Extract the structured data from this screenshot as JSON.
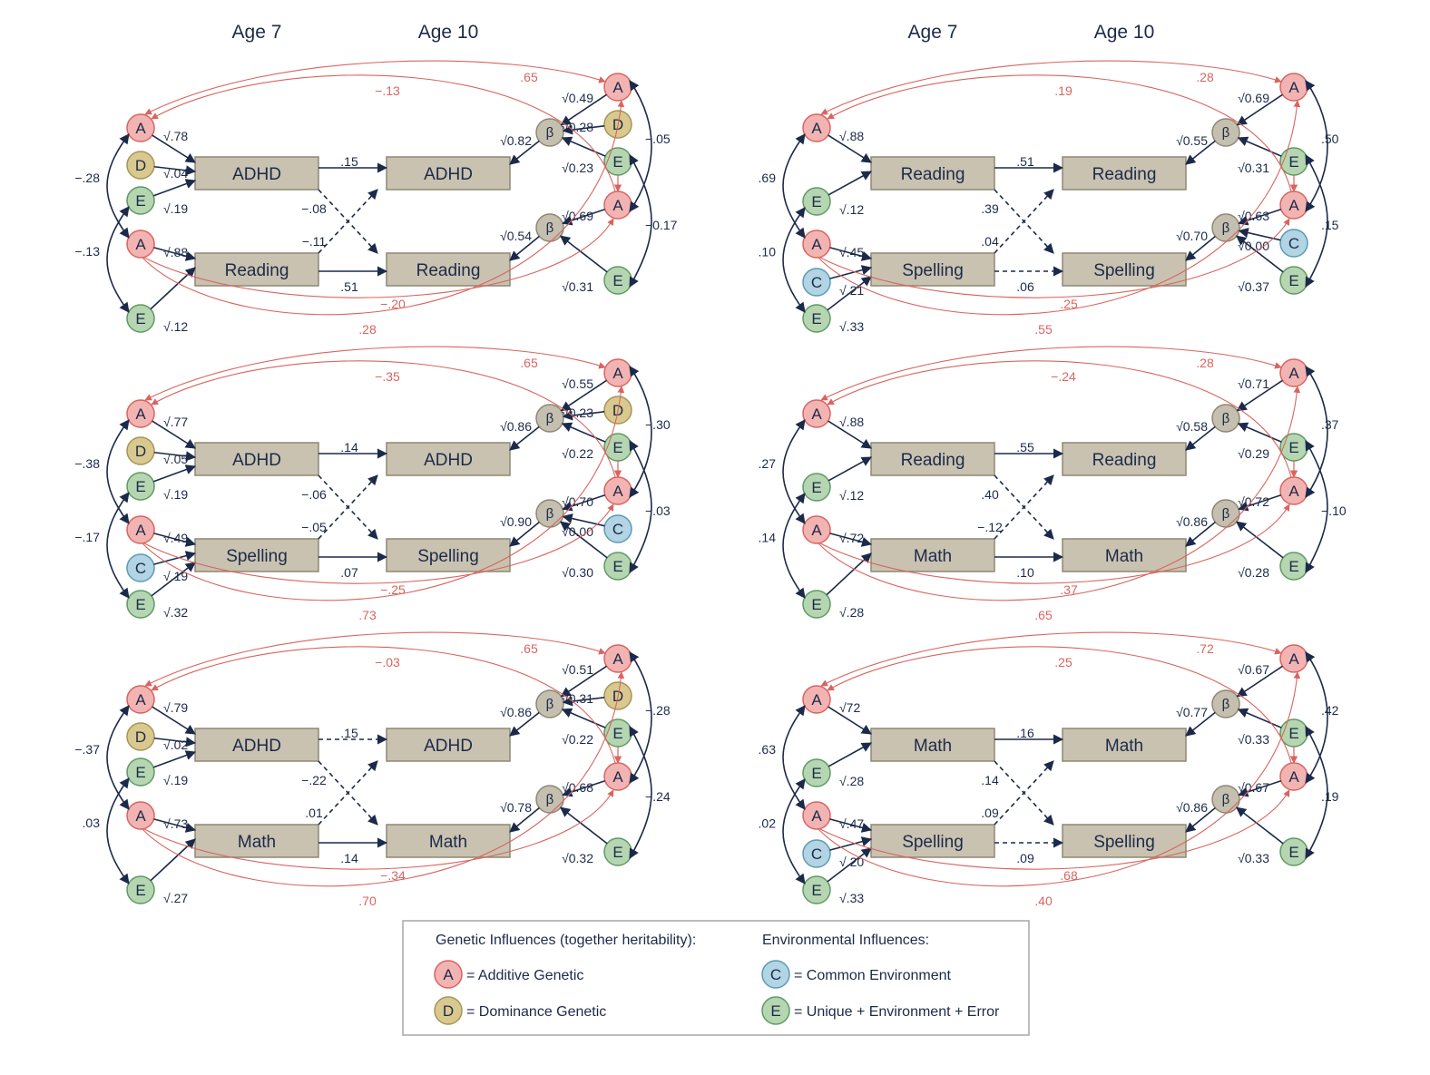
{
  "headers": {
    "age7": "Age 7",
    "age10": "Age 10"
  },
  "colors": {
    "A": "#f2b4b3",
    "A_stroke": "#d9645f",
    "D": "#d9c98f",
    "D_stroke": "#a59558",
    "E": "#b5d6b1",
    "E_stroke": "#5f9a64",
    "C": "#b2d4e3",
    "C_stroke": "#5b9ab8",
    "beta": "#c5bfaf",
    "beta_stroke": "#8e8873",
    "box": "#c9c2b0",
    "navy": "#1c2a4a",
    "red": "#d9645f"
  },
  "symbols": {
    "beta": "β",
    "sqrt": "√"
  },
  "legend": {
    "genetic_title": "Genetic Influences (together heritability):",
    "env_title": "Environmental Influences:",
    "items": [
      {
        "letter": "A",
        "text": "= Additive Genetic"
      },
      {
        "letter": "D",
        "text": "= Dominance Genetic"
      },
      {
        "letter": "C",
        "text": "= Common Environment"
      },
      {
        "letter": "E",
        "text": "= Unique + Environment + Error"
      }
    ]
  },
  "panels": [
    {
      "trait1": "ADHD",
      "trait2": "Reading",
      "left1": [
        "A",
        "D",
        "E"
      ],
      "left2": [
        "A",
        "E"
      ],
      "left1_paths": [
        "√.78",
        "√.04",
        "√.19"
      ],
      "left2_paths": [
        "√.88",
        "√.12"
      ],
      "left_corr_top": "−.28",
      "left_corr_bot": "−.13",
      "stab1": ".15",
      "stab2": ".51",
      "stab1_dashed": false,
      "stab2_dashed": false,
      "cross_down": "−.08",
      "cross_up": "−.11",
      "right1": [
        "A",
        "D",
        "E"
      ],
      "right2": [
        "A",
        "E"
      ],
      "beta1": "√0.82",
      "beta2": "√0.54",
      "right1_paths": [
        "√0.49",
        "√0.28",
        "√0.23"
      ],
      "right2_paths": [
        "√0.69",
        "√0.31"
      ],
      "right_corr_top": "−.05",
      "right_corr_bot": "−0.17",
      "gen_top_long": ".65",
      "gen_top_cross": "−.13",
      "gen_bot_cross": "−.20",
      "gen_bot_long": ".28"
    },
    {
      "trait1": "Reading",
      "trait2": "Spelling",
      "left1": [
        "A",
        "E"
      ],
      "left2": [
        "A",
        "C",
        "E"
      ],
      "left1_paths": [
        "√.88",
        "√.12"
      ],
      "left2_paths": [
        "√.45",
        "√.21",
        "√.33"
      ],
      "left_corr_top": ".69",
      "left_corr_bot": ".10",
      "stab1": ".51",
      "stab2": ".06",
      "stab1_dashed": false,
      "stab2_dashed": true,
      "cross_down": ".39",
      "cross_up": ".04",
      "right1": [
        "A",
        "E"
      ],
      "right2": [
        "A",
        "C",
        "E"
      ],
      "beta1": "√0.55",
      "beta2": "√0.70",
      "right1_paths": [
        "√0.69",
        "√0.31"
      ],
      "right2_paths": [
        "√0.63",
        "√0.00",
        "√0.37"
      ],
      "right_corr_top": ".50",
      "right_corr_bot": ".15",
      "gen_top_long": ".28",
      "gen_top_cross": ".19",
      "gen_bot_cross": ".25",
      "gen_bot_long": ".55"
    },
    {
      "trait1": "ADHD",
      "trait2": "Spelling",
      "left1": [
        "A",
        "D",
        "E"
      ],
      "left2": [
        "A",
        "C",
        "E"
      ],
      "left1_paths": [
        "√.77",
        "√.05",
        "√.19"
      ],
      "left2_paths": [
        "√.49",
        "√.19",
        "√.32"
      ],
      "left_corr_top": "−.38",
      "left_corr_bot": "−.17",
      "stab1": ".14",
      "stab2": ".07",
      "stab1_dashed": false,
      "stab2_dashed": false,
      "cross_down": "−.06",
      "cross_up": "−.05",
      "right1": [
        "A",
        "D",
        "E"
      ],
      "right2": [
        "A",
        "C",
        "E"
      ],
      "beta1": "√0.86",
      "beta2": "√0.90",
      "right1_paths": [
        "√0.55",
        "√0.23",
        "√0.22"
      ],
      "right2_paths": [
        "√0.70",
        "√0.00",
        "√0.30"
      ],
      "right_corr_top": "−.30",
      "right_corr_bot": "−.03",
      "gen_top_long": ".65",
      "gen_top_cross": "−.35",
      "gen_bot_cross": "−.25",
      "gen_bot_long": ".73"
    },
    {
      "trait1": "Reading",
      "trait2": "Math",
      "left1": [
        "A",
        "E"
      ],
      "left2": [
        "A",
        "E"
      ],
      "left1_paths": [
        "√.88",
        "√.12"
      ],
      "left2_paths": [
        "√.72",
        "√.28"
      ],
      "left_corr_top": ".27",
      "left_corr_bot": ".14",
      "stab1": ".55",
      "stab2": ".10",
      "stab1_dashed": false,
      "stab2_dashed": false,
      "cross_down": ".40",
      "cross_up": "−.12",
      "right1": [
        "A",
        "E"
      ],
      "right2": [
        "A",
        "E"
      ],
      "beta1": "√0.58",
      "beta2": "√0.86",
      "right1_paths": [
        "√0.71",
        "√0.29"
      ],
      "right2_paths": [
        "√0.72",
        "√0.28"
      ],
      "right_corr_top": ".37",
      "right_corr_bot": "−.10",
      "gen_top_long": ".28",
      "gen_top_cross": "−.24",
      "gen_bot_cross": ".37",
      "gen_bot_long": ".65"
    },
    {
      "trait1": "ADHD",
      "trait2": "Math",
      "left1": [
        "A",
        "D",
        "E"
      ],
      "left2": [
        "A",
        "E"
      ],
      "left1_paths": [
        "√.79",
        "√.02",
        "√.19"
      ],
      "left2_paths": [
        "√.73",
        "√.27"
      ],
      "left_corr_top": "−.37",
      "left_corr_bot": ".03",
      "stab1": ".15",
      "stab2": ".14",
      "stab1_dashed": true,
      "stab2_dashed": false,
      "cross_down": "−.22",
      "cross_up": ".01",
      "right1": [
        "A",
        "D",
        "E"
      ],
      "right2": [
        "A",
        "E"
      ],
      "beta1": "√0.86",
      "beta2": "√0.78",
      "right1_paths": [
        "√0.51",
        "√0.31",
        "√0.22"
      ],
      "right2_paths": [
        "√0.68",
        "√0.32"
      ],
      "right_corr_top": "−.28",
      "right_corr_bot": "−.24",
      "gen_top_long": ".65",
      "gen_top_cross": "−.03",
      "gen_bot_cross": "−.34",
      "gen_bot_long": ".70"
    },
    {
      "trait1": "Math",
      "trait2": "Spelling",
      "left1": [
        "A",
        "E"
      ],
      "left2": [
        "A",
        "C",
        "E"
      ],
      "left1_paths": [
        "√72",
        "√.28"
      ],
      "left2_paths": [
        "√.47",
        "√.20",
        "√.33"
      ],
      "left_corr_top": ".63",
      "left_corr_bot": ".02",
      "stab1": ".16",
      "stab2": ".09",
      "stab1_dashed": false,
      "stab2_dashed": true,
      "cross_down": ".14",
      "cross_up": ".09",
      "right1": [
        "A",
        "E"
      ],
      "right2": [
        "A",
        "E"
      ],
      "beta1": "√0.77",
      "beta2": "√0.86",
      "right1_paths": [
        "√0.67",
        "√0.33"
      ],
      "right2_paths": [
        "√0.67",
        "√0.33"
      ],
      "right_corr_top": ".42",
      "right_corr_bot": ".19",
      "gen_top_long": ".72",
      "gen_top_cross": ".25",
      "gen_bot_cross": ".68",
      "gen_bot_long": ".40"
    }
  ]
}
